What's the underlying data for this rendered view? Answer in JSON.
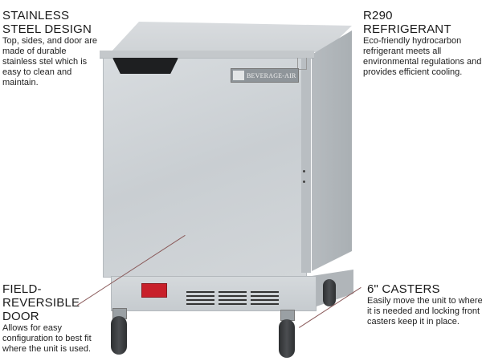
{
  "product": {
    "brand_badge": "BEVERAGE-AIR",
    "type": "undercounter refrigerator"
  },
  "callouts": {
    "steel": {
      "title_line1": "STAINLESS",
      "title_line2": "STEEL DESIGN",
      "body": "Top, sides, and door are made of durable stainless stel which is easy to clean and maintain."
    },
    "refrigerant": {
      "title": "R290 REFRIGERANT",
      "body": "Eco-friendly hydrocarbon refrigerant  meets all environmental regulations and provides efficient cooling."
    },
    "door": {
      "title_line1": "FIELD-",
      "title_line2": "REVERSIBLE",
      "title_line3": "DOOR",
      "body": "Allows for easy configuration to best fit where the unit is used."
    },
    "casters": {
      "title": "6\" CASTERS",
      "body": "Easily move the unit to where it is needed and locking front casters keep it in place."
    }
  },
  "colors": {
    "steel": "#cfd3d6",
    "handle": "#1e1f21",
    "indicator": "#c8202a",
    "leader_line": "#8a5a5a"
  }
}
